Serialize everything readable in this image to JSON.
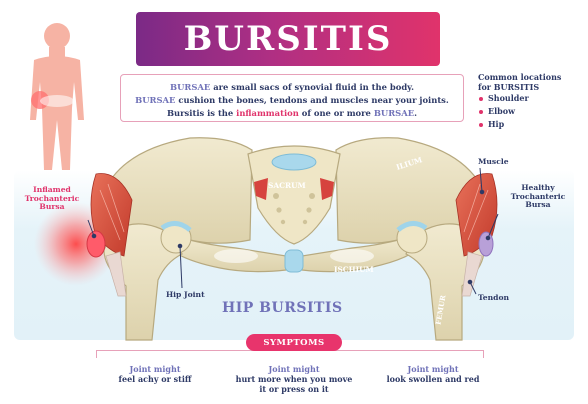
{
  "title": "BURSITIS",
  "info": {
    "line1_kw": "BURSAE",
    "line1_rest": "are small sacs of synovial fluid in the body.",
    "line2_kw": "BURSAE",
    "line2_rest": "cushion the bones, tendons and muscles near your joints.",
    "line3_pre": "Bursitis is the",
    "line3_kw": "inflammation",
    "line3_mid": "of one or more",
    "line3_kw2": "BURSAE",
    "line3_end": "."
  },
  "common": {
    "title_line1": "Common locations",
    "title_line2": "for BURSITIS",
    "items": [
      "Shoulder",
      "Elbow",
      "Hip"
    ]
  },
  "labels": {
    "inflamed": [
      "Inflamed",
      "Trochanteric",
      "Bursa"
    ],
    "hip_joint": "Hip Joint",
    "sacrum": "SACRUM",
    "ilium": "ILIUM",
    "ischium": "ISCHIUM",
    "femur": "FEMUR",
    "muscle": "Muscle",
    "healthy": [
      "Healthy",
      "Trochanteric",
      "Bursa"
    ],
    "tendon": "Tendon",
    "hip_bursitis": "HIP BURSITIS"
  },
  "symptoms": {
    "badge": "SYMPTOMS",
    "items": [
      {
        "head": "Joint might",
        "body": [
          "feel achy or stiff"
        ]
      },
      {
        "head": "Joint might",
        "body": [
          "hurt more when you move",
          "it or press on it"
        ]
      },
      {
        "head": "Joint might",
        "body": [
          "look swollen and red"
        ]
      }
    ]
  },
  "colors": {
    "title_start": "#7b2a86",
    "title_end": "#e0336b",
    "accent_pink": "#e0336b",
    "accent_purple": "#7072b8",
    "navy_text": "#2e3a66",
    "bone": "#ebe2c1",
    "muscle": "#d9553e"
  }
}
